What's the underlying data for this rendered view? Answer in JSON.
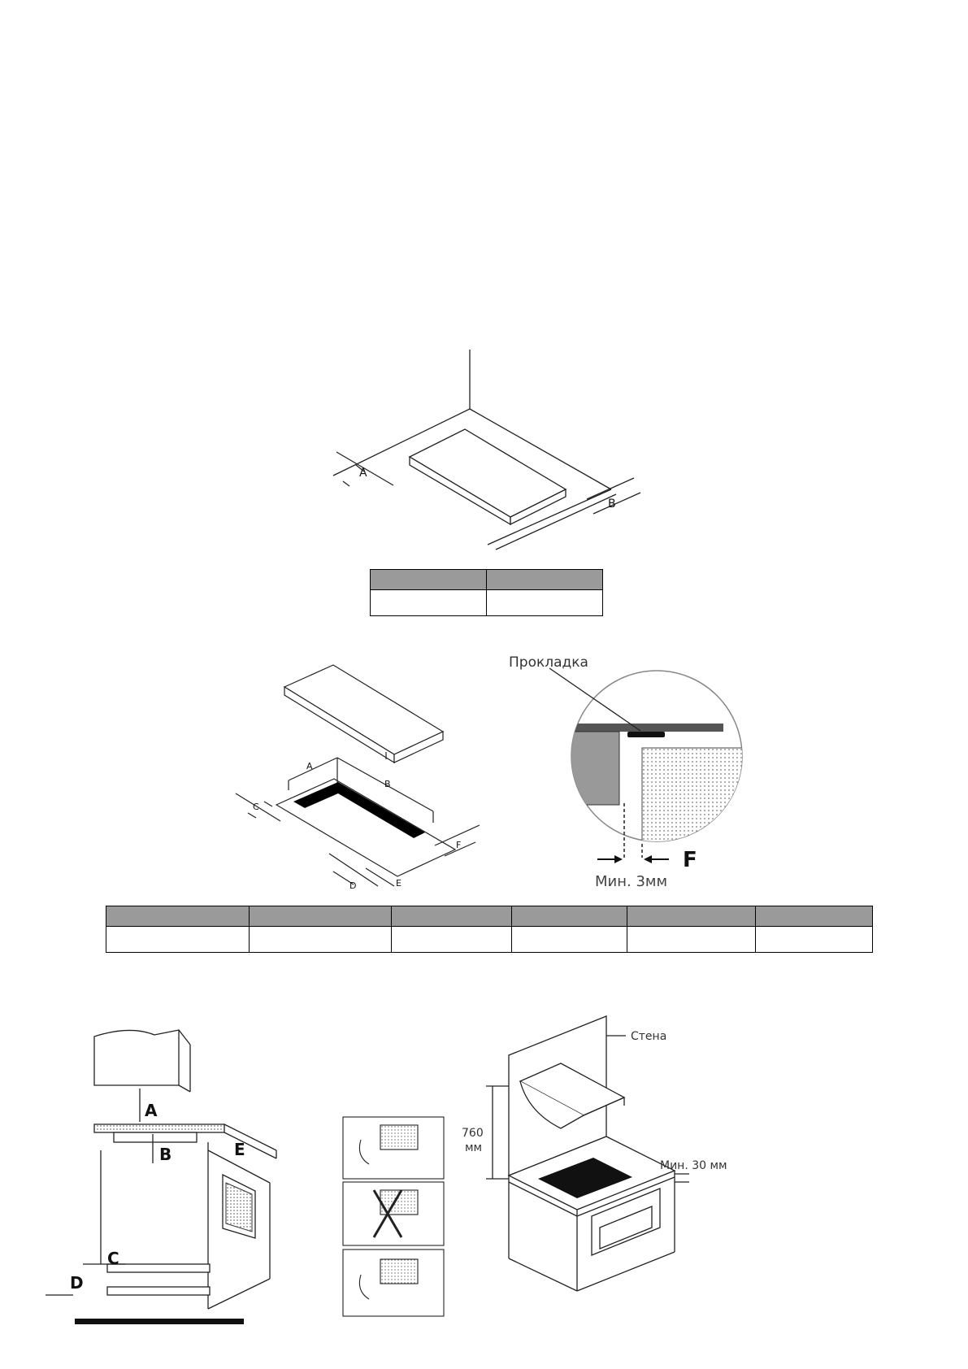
{
  "figure1": {
    "label_a": "A",
    "label_b": "B"
  },
  "table1": {
    "headers": [
      "",
      ""
    ],
    "rows": [
      [
        "",
        ""
      ]
    ]
  },
  "figure2": {
    "labels": [
      "A",
      "B",
      "C",
      "D",
      "E",
      "F"
    ]
  },
  "figure3": {
    "gasket_label": "Прокладка",
    "f_label": "F",
    "min_gap_label": "Мин. 3мм"
  },
  "table2": {
    "headers": [
      "",
      "",
      "",
      "",
      "",
      ""
    ],
    "rows": [
      [
        "",
        "",
        "",
        "",
        "",
        ""
      ]
    ]
  },
  "figure4": {
    "labels": {
      "a": "A",
      "b": "B",
      "c": "C",
      "d": "D",
      "e": "E"
    }
  },
  "figure5": {
    "panels": 3
  },
  "figure6": {
    "wall_label": "Стена",
    "height_value": "760",
    "height_unit": "мм",
    "min_gap_label": "Мин. 30 мм"
  }
}
